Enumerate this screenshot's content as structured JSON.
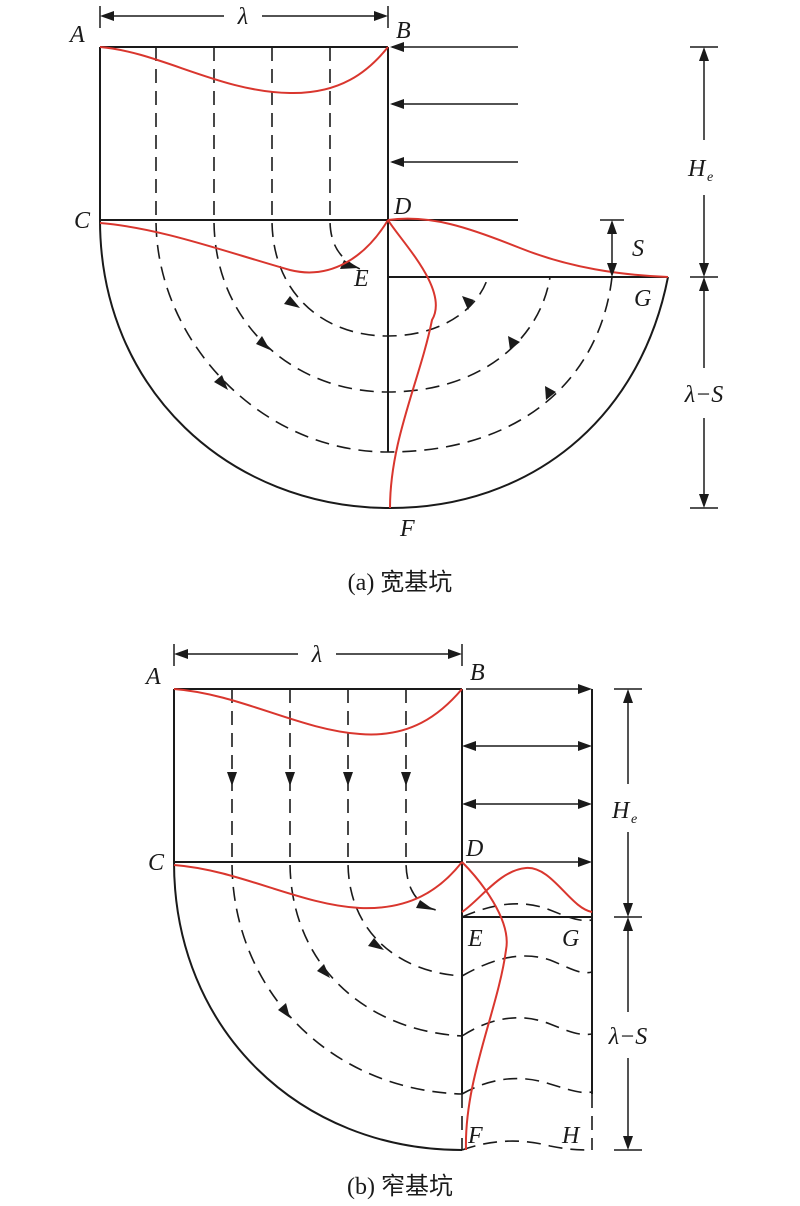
{
  "figure_a": {
    "caption": "(a) 宽基坑",
    "points": {
      "A": "A",
      "B": "B",
      "C": "C",
      "D": "D",
      "E": "E",
      "F": "F",
      "G": "G"
    },
    "dims": {
      "lambda": "λ",
      "He_main": "H",
      "He_sub": "e",
      "S": "S",
      "lambda_minus_S": "λ−S"
    }
  },
  "figure_b": {
    "caption": "(b) 窄基坑",
    "points": {
      "A": "A",
      "B": "B",
      "C": "C",
      "D": "D",
      "E": "E",
      "F": "F",
      "G": "G",
      "H": "H"
    },
    "dims": {
      "lambda": "λ",
      "He_main": "H",
      "He_sub": "e",
      "lambda_minus_S": "λ−S"
    }
  },
  "colors": {
    "line": "#1a1a1a",
    "curve": "#d9362e"
  }
}
